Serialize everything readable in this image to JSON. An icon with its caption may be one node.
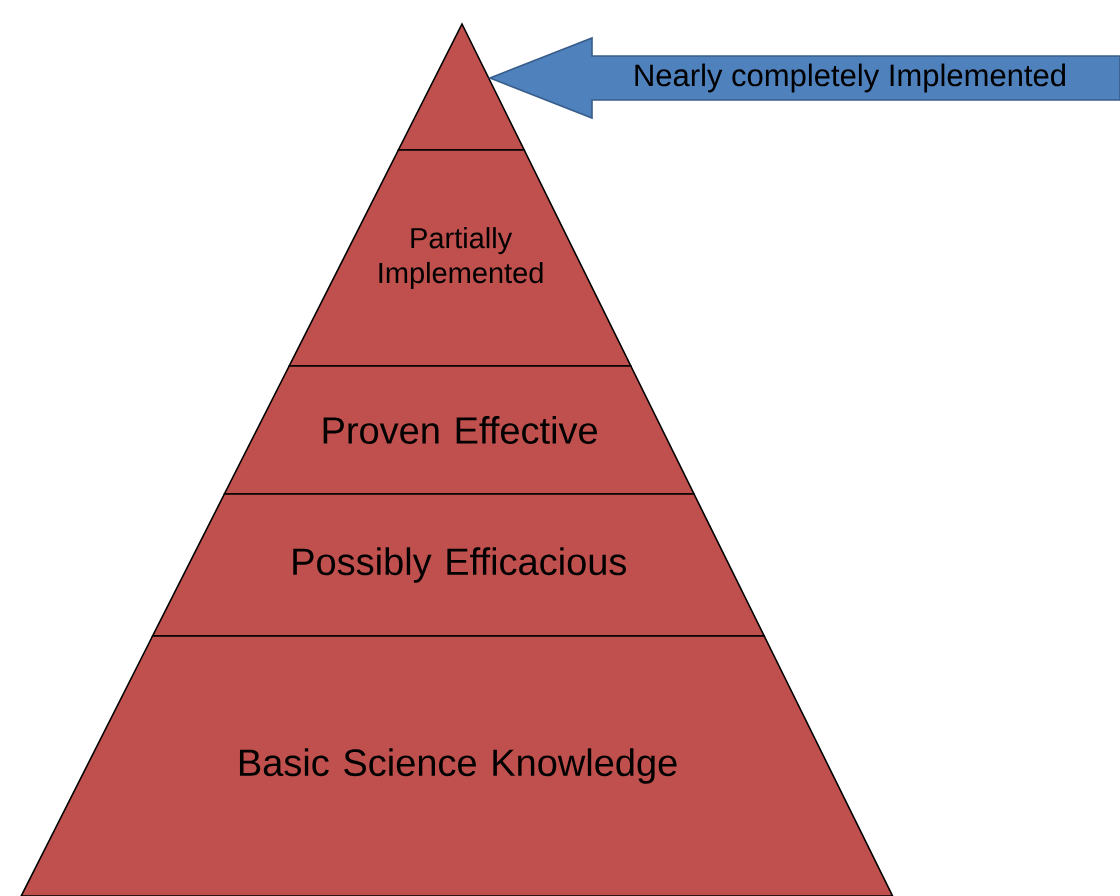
{
  "diagram": {
    "nodes": [
      {
        "text": [],
        "shape": "triangle"
      },
      {
        "text": [
          "Partially Implemented"
        ]
      },
      {
        "text": [
          "Proven Effective"
        ]
      },
      {
        "text": [
          "Possibly Efficacious"
        ]
      },
      {
        "text": [
          "Basic Science Knowledge"
        ]
      },
      {
        "text": [
          "Nearly completely Implemented"
        ]
      }
    ]
  }
}
